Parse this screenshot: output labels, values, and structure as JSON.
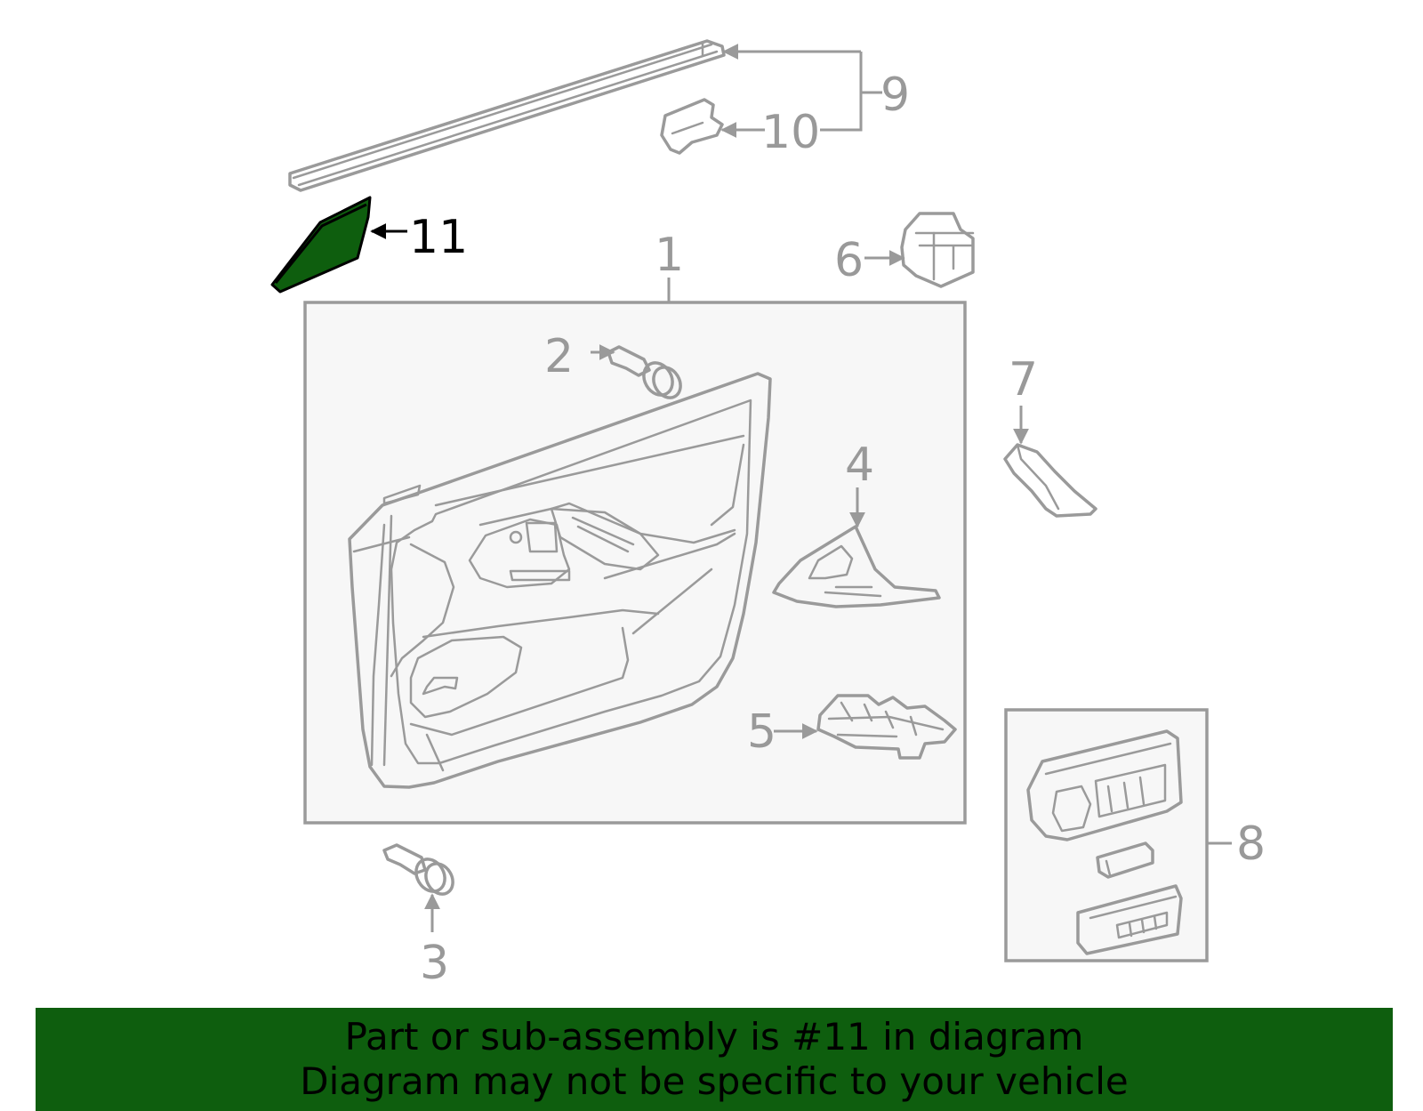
{
  "labels": {
    "p1": "1",
    "p2": "2",
    "p3": "3",
    "p4": "4",
    "p5": "5",
    "p6": "6",
    "p7": "7",
    "p8": "8",
    "p9": "9",
    "p10": "10",
    "p11": "11"
  },
  "highlight": {
    "part": "11",
    "color": "#0e5e0e"
  },
  "banner": {
    "line1": "Part or sub-assembly is #11 in diagram",
    "line2": "Diagram may not be specific to your vehicle",
    "background": "#0e5e0e"
  },
  "colors": {
    "line": "#9a9a9a",
    "label": "#999999",
    "panel": "#f7f7f7"
  }
}
